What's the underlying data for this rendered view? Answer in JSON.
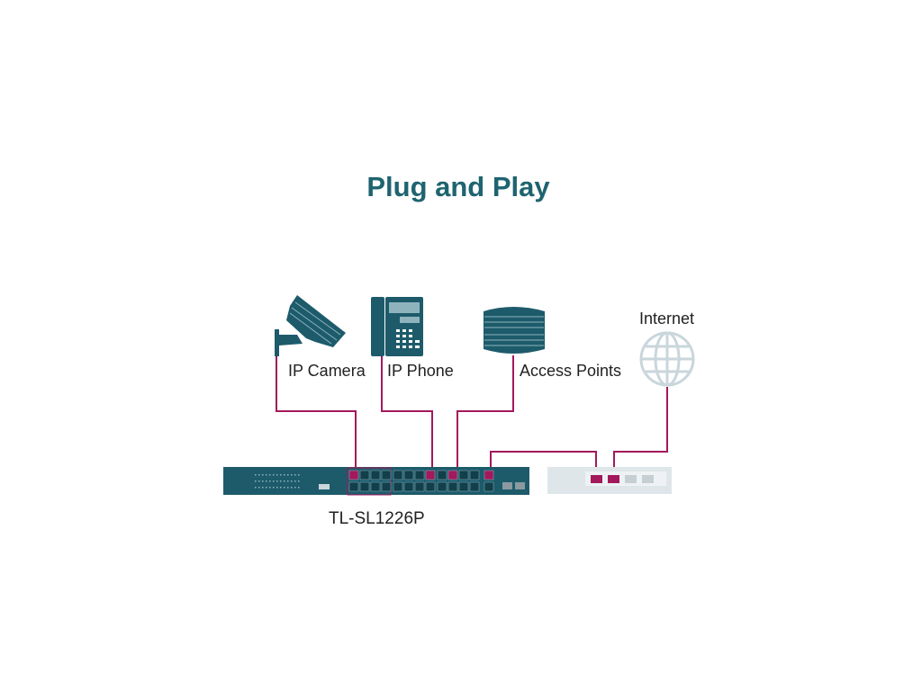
{
  "title": "Plug and Play",
  "devices": {
    "camera": "IP Camera",
    "phone": "IP Phone",
    "ap": "Access Points",
    "internet": "Internet"
  },
  "switch_model": "TL-SL1226P",
  "colors": {
    "teal": "#1d5b6b",
    "link": "#a3195b",
    "title": "#1e6470",
    "router": "#dfe6ea"
  }
}
